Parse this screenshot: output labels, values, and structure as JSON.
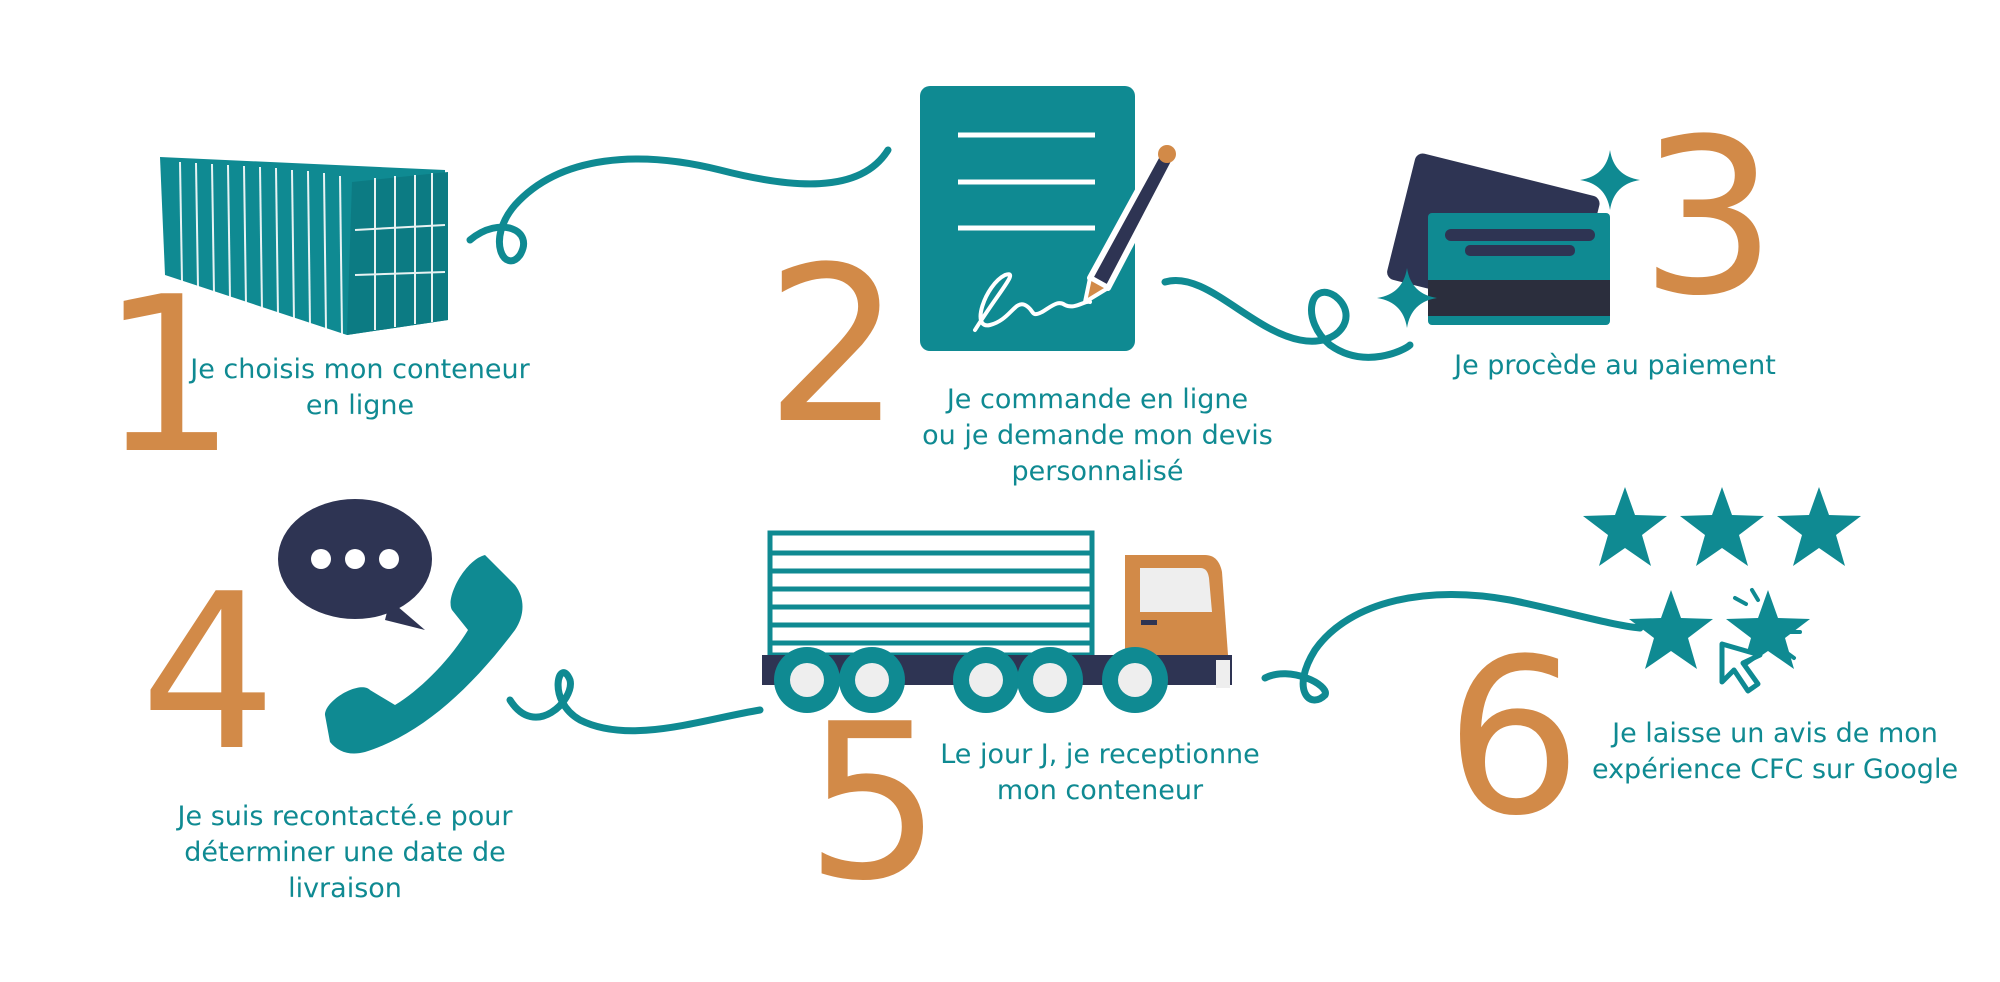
{
  "colors": {
    "teal": "#0f8a92",
    "orange": "#d28a48",
    "navy": "#2e3453",
    "light": "#eeeeee",
    "white": "#ffffff"
  },
  "steps": [
    {
      "number": "1",
      "icon": "shipping-container-icon",
      "caption": [
        "Je choisis mon conteneur",
        "en ligne"
      ]
    },
    {
      "number": "2",
      "icon": "signed-document-pen-icon",
      "caption": [
        "Je commande en ligne",
        "ou je demande mon devis",
        "personnalisé"
      ]
    },
    {
      "number": "3",
      "icon": "credit-cards-sparkle-icon",
      "caption": [
        "Je procède au paiement"
      ]
    },
    {
      "number": "4",
      "icon": "phone-chat-bubble-icon",
      "caption": [
        "Je suis recontacté.e pour",
        "déterminer une date de",
        "livraison"
      ]
    },
    {
      "number": "5",
      "icon": "delivery-truck-icon",
      "caption": [
        "Le jour J, je receptionne",
        "mon conteneur"
      ]
    },
    {
      "number": "6",
      "icon": "star-rating-click-icon",
      "caption": [
        "Je laisse un avis de mon",
        "expérience CFC sur Google"
      ]
    }
  ]
}
